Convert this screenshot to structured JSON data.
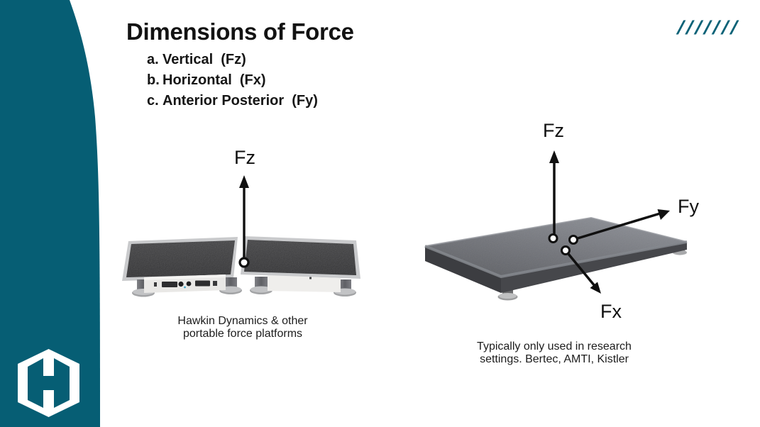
{
  "slide_title": "Dimensions of Force",
  "force_list": {
    "items": [
      {
        "marker": "a.",
        "label": "Vertical  (Fz)"
      },
      {
        "marker": "b.",
        "label": "Horizontal  (Fx)"
      },
      {
        "marker": "c.",
        "label": "Anterior Posterior  (Fy)"
      }
    ]
  },
  "left_figure": {
    "force_label_fz": "Fz",
    "caption_line1": "Hawkin Dynamics & other",
    "caption_line2": "portable force platforms"
  },
  "right_figure": {
    "force_label_fz": "Fz",
    "force_label_fy": "Fy",
    "force_label_fx": "Fx",
    "caption_line1": "Typically only used in research",
    "caption_line2": "settings. Bertec, AMTI, Kistler"
  },
  "decor": {
    "slashes": "///////"
  },
  "colors": {
    "teal": "#065E74",
    "text": "#141414"
  }
}
